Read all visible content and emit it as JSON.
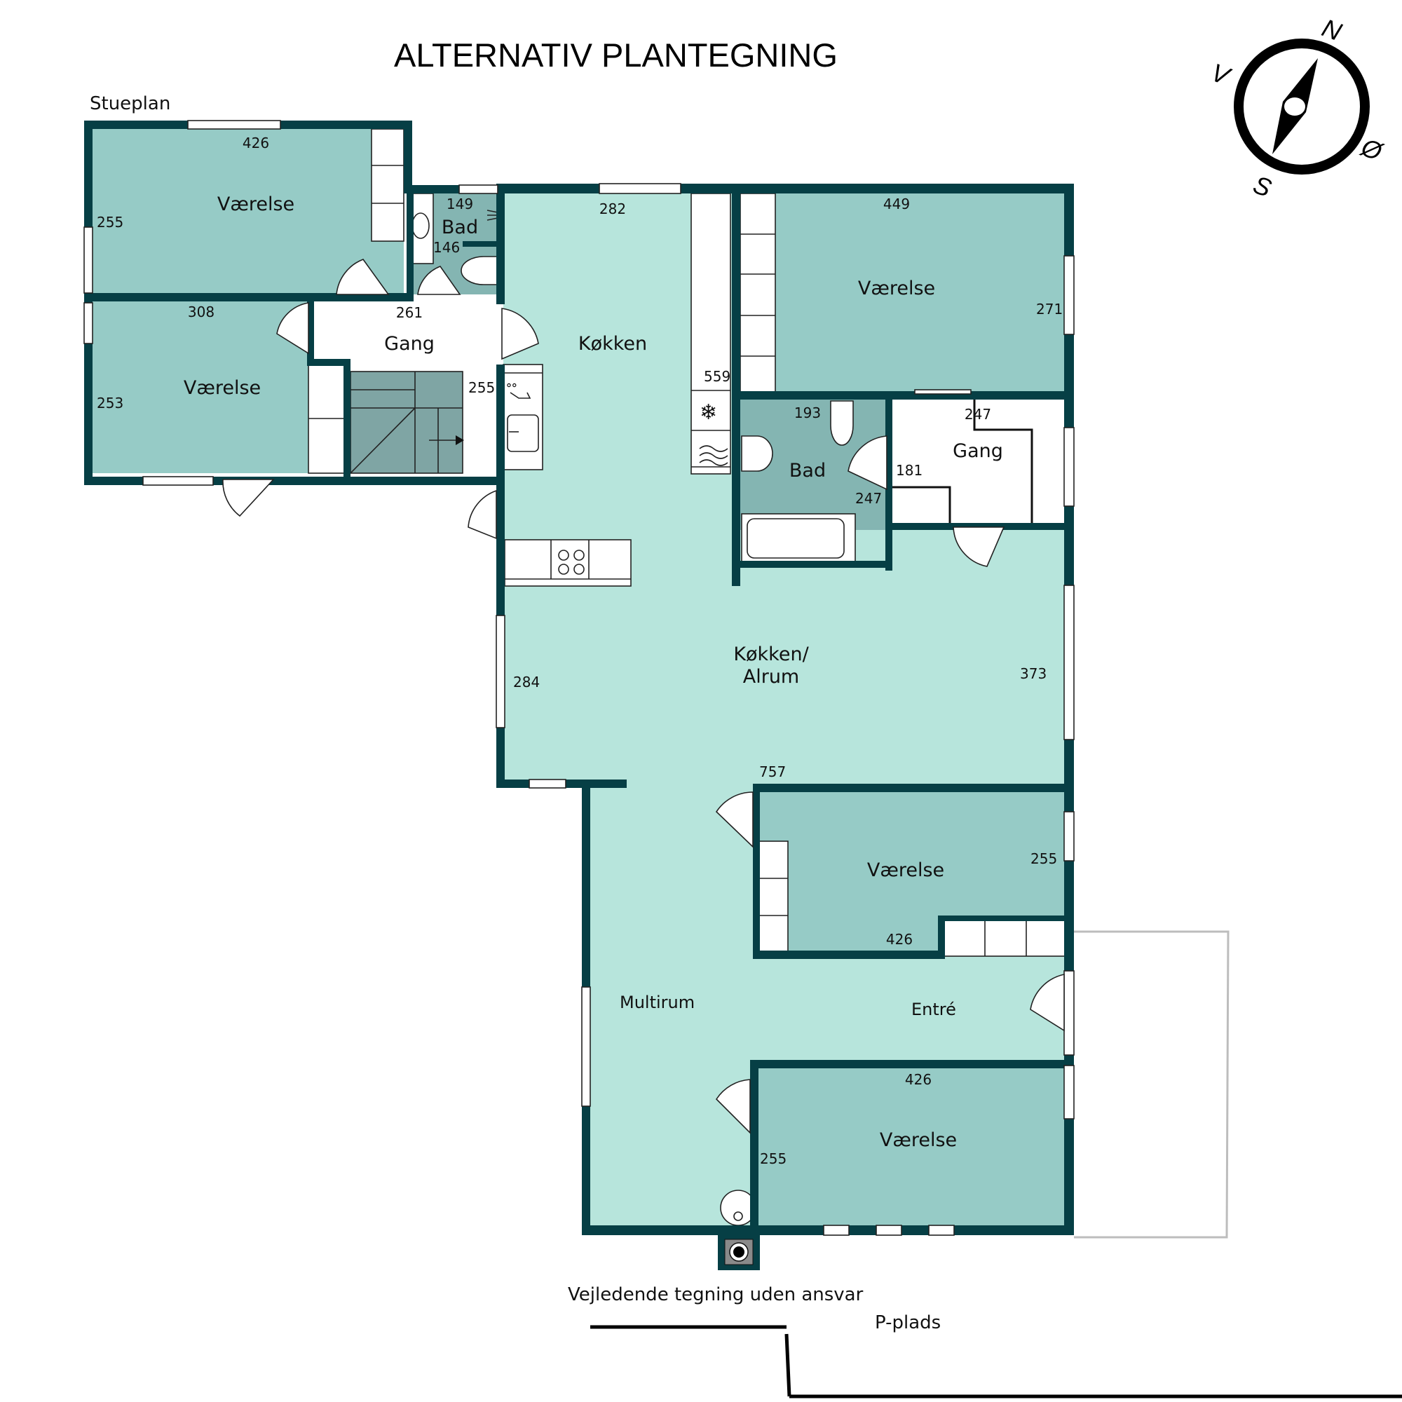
{
  "title": "ALTERNATIV PLANTEGNING",
  "floor_label": "Stueplan",
  "disclaimer": "Vejledende tegning uden ansvar",
  "parking_label": "P-plads",
  "compass": {
    "north": "N",
    "east": "Ø",
    "south": "S",
    "west": "V"
  },
  "colors": {
    "wall": "#063f45",
    "bedroom": "#96cbc6",
    "common": "#b7e5dc",
    "bathroom": "#84b5b2",
    "hall": "#ffffff"
  },
  "rooms": {
    "bedroom_nw": {
      "name": "Værelse",
      "width": "426",
      "depth": "255"
    },
    "bedroom_w": {
      "name": "Værelse",
      "width": "308",
      "depth": "253"
    },
    "bath_small": {
      "name": "Bad",
      "width": "149",
      "depth": "146"
    },
    "hall_w": {
      "name": "Gang",
      "width": "261",
      "depth": "255"
    },
    "kitchen": {
      "name": "Køkken",
      "width": "282",
      "depth": "559"
    },
    "bedroom_ne": {
      "name": "Værelse",
      "width": "449",
      "depth": "271"
    },
    "bath_main": {
      "name": "Bad",
      "width": "193",
      "depth": "247"
    },
    "hall_e": {
      "name": "Gang",
      "width": "247",
      "depth": "181"
    },
    "kitchen_family": {
      "name_line1": "Køkken/",
      "name_line2": "Alrum",
      "width": "757",
      "depth_w": "284",
      "depth_e": "373"
    },
    "bedroom_se1": {
      "name": "Værelse",
      "width": "426",
      "depth": "255"
    },
    "multirum": {
      "name": "Multirum"
    },
    "entre": {
      "name": "Entré"
    },
    "bedroom_se2": {
      "name": "Værelse",
      "width": "426",
      "depth": "255"
    }
  }
}
